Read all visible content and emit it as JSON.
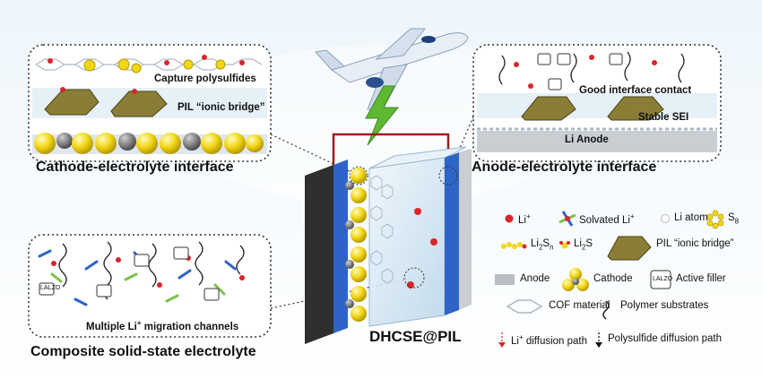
{
  "panels": {
    "cathode_interface": {
      "title": "Cathode-electrolyte interface",
      "capture": "Capture polysulfides",
      "bridge": "PIL “ionic bridge”"
    },
    "anode_interface": {
      "title": "Anode-electrolyte interface",
      "contact": "Good interface contact",
      "sei": "Stable SEI",
      "anode": "Li Anode"
    },
    "electrolyte": {
      "title": "Composite solid-state electrolyte",
      "channels_pre": "Multiple Li",
      "channels_sup": "+",
      "channels_post": " migration channels",
      "filler_tag": "LALZO"
    },
    "battery_label": "DHCSE@PIL"
  },
  "legend": {
    "li_ion": {
      "base": "Li",
      "sup": "+"
    },
    "solvated": {
      "pre": "Solvated Li",
      "sup": "+"
    },
    "li_atom": "Li atom",
    "s8": {
      "base": "S",
      "sub": "8"
    },
    "li2sn": {
      "a": "Li",
      "a_sub": "2",
      "b": "S",
      "b_sub": "n"
    },
    "li2s": {
      "a": "Li",
      "a_sub": "2",
      "b": "S"
    },
    "pil": "PIL “ionic bridge”",
    "anode": "Anode",
    "cathode": "Cathode",
    "filler": "Active filler",
    "filler_tag": "LALZO",
    "cof": "COF material",
    "polymer": "Polymer substrates",
    "li_path": {
      "pre": "Li",
      "sup": "+",
      "post": " diffusion path"
    },
    "ps_path": "Polysulfide diffusion path"
  },
  "colors": {
    "li_ion": "#d8262b",
    "sulfur": "#f2d716",
    "cathode_plate": "#3a3a3a",
    "anode_plate": "#2e64c8",
    "bolt": "#5fb832",
    "wire": "#9a2020"
  }
}
